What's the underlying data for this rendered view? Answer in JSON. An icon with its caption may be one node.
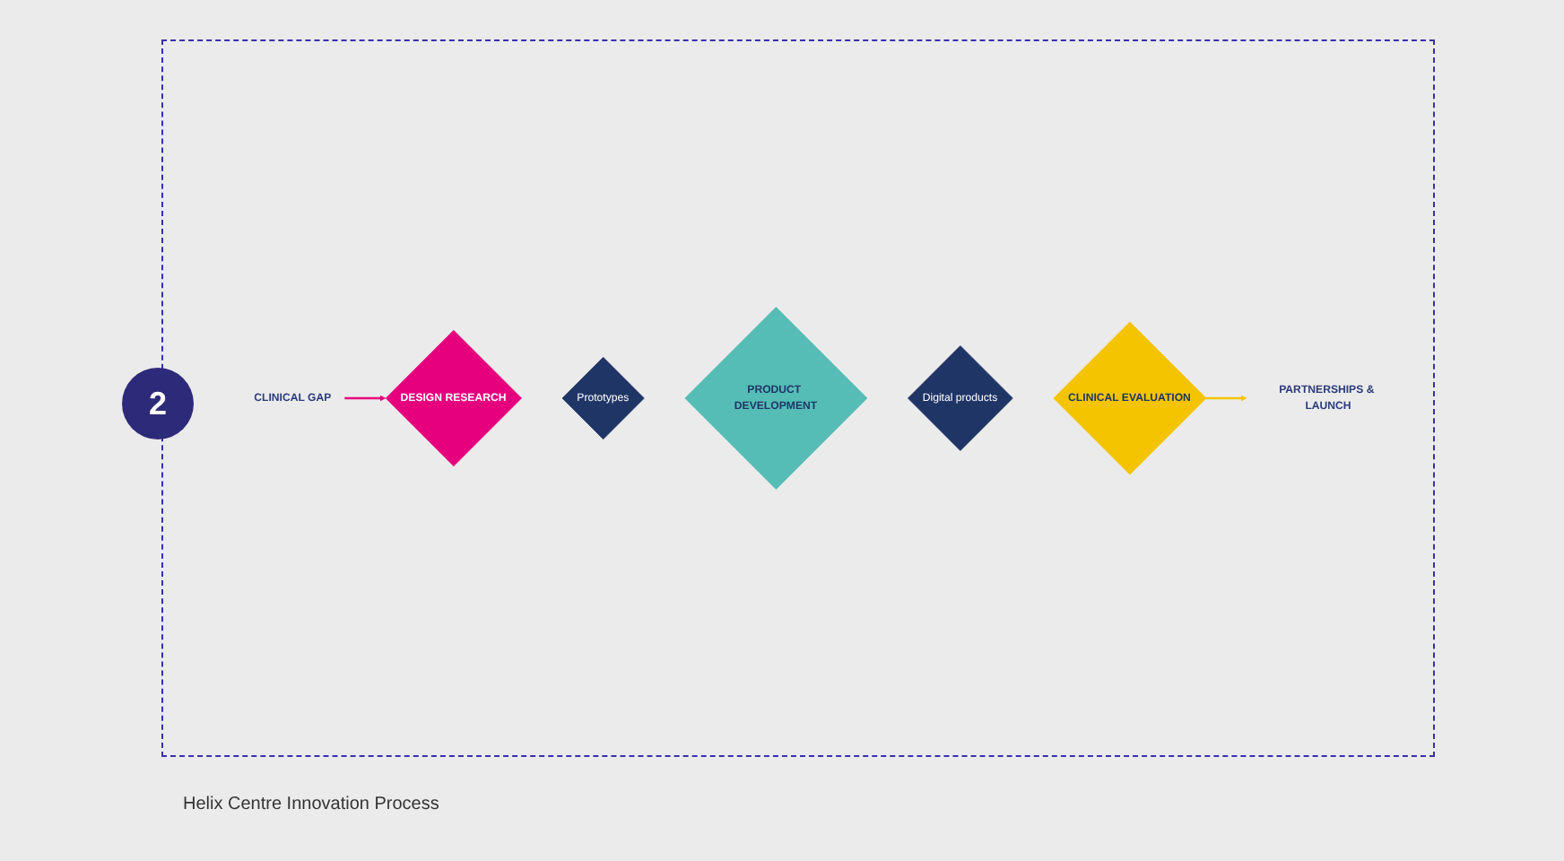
{
  "diagram": {
    "caption": "Helix Centre Innovation Process",
    "nodes": [
      {
        "text": [
          "CLINICAL GAP"
        ]
      },
      {
        "text": [
          "DESIGN RESEARCH"
        ]
      },
      {
        "text": [
          "Prototypes"
        ]
      },
      {
        "text": [
          "PRODUCT DEVELOPMENT"
        ]
      },
      {
        "text": [
          "Digital products"
        ]
      },
      {
        "text": [
          "CLINICAL EVALUATION"
        ]
      },
      {
        "text": [
          "PARTNERSHIPS & LAUNCH"
        ]
      }
    ],
    "edges": [
      {
        "from": 0,
        "to": 1,
        "arrow": "to",
        "color": "#e6007e"
      },
      {
        "from": 5,
        "to": 6,
        "arrow": "to",
        "color": "#f5c400"
      }
    ],
    "labels": [
      "2"
    ]
  }
}
